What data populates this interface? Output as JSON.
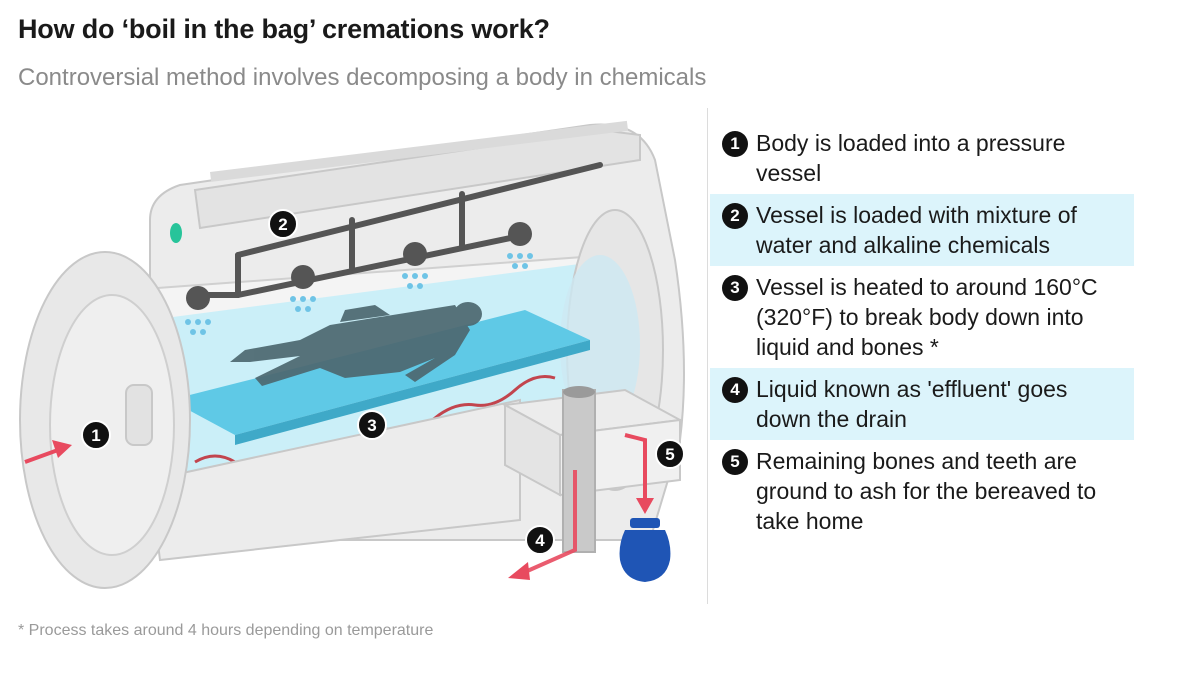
{
  "header": {
    "title": "How do ‘boil in the bag’ cremations work?",
    "subtitle": "Controversial method involves decomposing a body in chemicals"
  },
  "diagram": {
    "markers": [
      "1",
      "2",
      "3",
      "4",
      "5"
    ],
    "colors": {
      "machine": "#e8e8e8",
      "machine_edge": "#c8c8c8",
      "water": "#c6eef8",
      "tray": "#5fc9e6",
      "body": "#4d6870",
      "pipe": "#555555",
      "heat_wire": "#c2454e",
      "arrow": "#e84a5f",
      "urn": "#1f55b5",
      "droplet": "#6fc4e6"
    }
  },
  "steps": [
    {
      "number": "1",
      "text": "Body is loaded into a pressure vessel"
    },
    {
      "number": "2",
      "text": "Vessel is loaded with mixture of water and alkaline chemicals"
    },
    {
      "number": "3",
      "text": "Vessel is heated to around 160°C (320°F) to break body down into liquid and bones *"
    },
    {
      "number": "4",
      "text": "Liquid known as 'effluent' goes down the drain"
    },
    {
      "number": "5",
      "text": "Remaining bones and teeth are ground to ash for the bereaved to take home"
    }
  ],
  "footnote": "* Process takes around 4 hours depending on temperature"
}
